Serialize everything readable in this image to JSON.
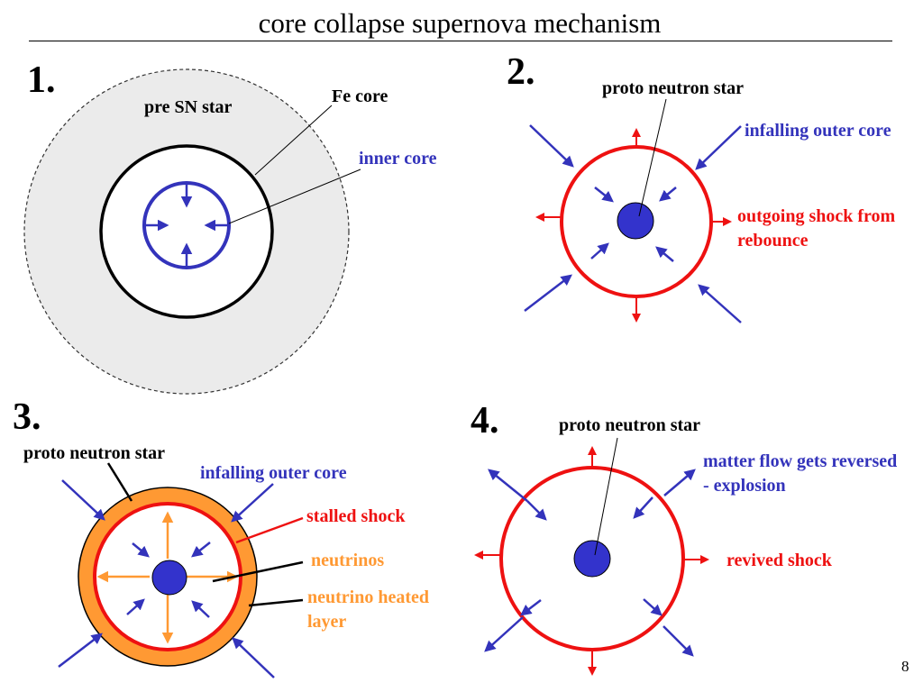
{
  "title": "core collapse supernova mechanism",
  "page_number": "8",
  "colors": {
    "blue": "#3333BB",
    "red": "#EE1111",
    "orange": "#FF9933",
    "gray_fill": "#EBEBEB",
    "black": "#000000"
  },
  "panel1": {
    "number": "1.",
    "pre_sn_star": "pre SN star",
    "fe_core": "Fe core",
    "inner_core": "inner core"
  },
  "panel2": {
    "number": "2.",
    "proto_neutron_star": "proto neutron star",
    "infalling_outer_core": "infalling outer core",
    "outgoing_shock_line1": "outgoing shock from",
    "outgoing_shock_line2": "rebounce"
  },
  "panel3": {
    "number": "3.",
    "proto_neutron_star": "proto neutron star",
    "infalling_outer_core": "infalling outer core",
    "stalled_shock": "stalled shock",
    "neutrinos": "neutrinos",
    "heated_layer_line1": "neutrino heated",
    "heated_layer_line2": "layer"
  },
  "panel4": {
    "number": "4.",
    "proto_neutron_star": "proto neutron star",
    "matter_flow_line1": "matter flow gets reversed",
    "matter_flow_line2": "- explosion",
    "revived_shock": "revived shock"
  }
}
